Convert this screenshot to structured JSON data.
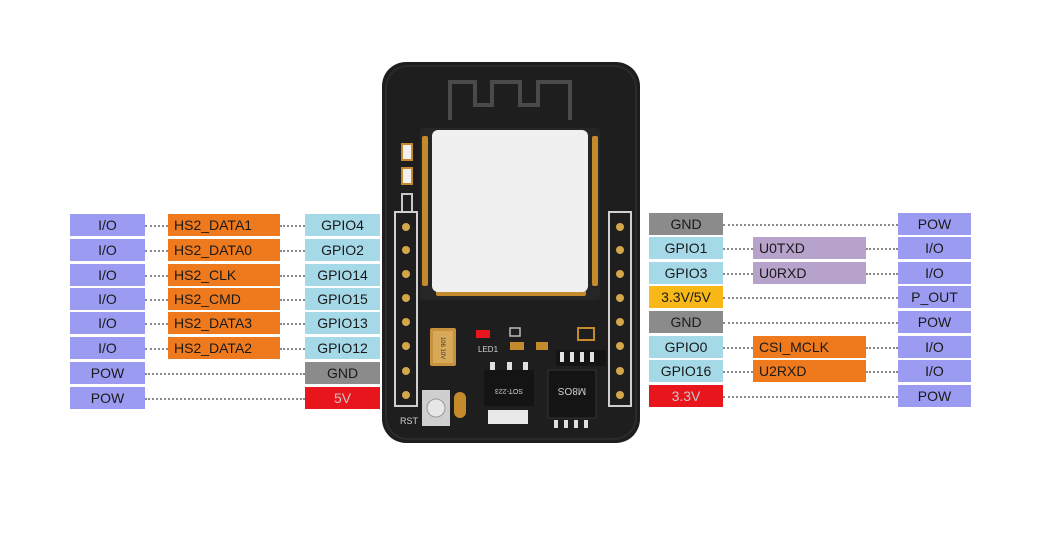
{
  "left": {
    "types": [
      "I/O",
      "I/O",
      "I/O",
      "I/O",
      "I/O",
      "I/O",
      "POW",
      "POW"
    ],
    "functions": [
      "HS2_DATA1",
      "HS2_DATA0",
      "HS2_CLK",
      "HS2_CMD",
      "HS2_DATA3",
      "HS2_DATA2"
    ],
    "pins": [
      "GPIO4",
      "GPIO2",
      "GPIO14",
      "GPIO15",
      "GPIO13",
      "GPIO12",
      "GND",
      "5V"
    ]
  },
  "right": {
    "pins": [
      "GND",
      "GPIO1",
      "GPIO3",
      "3.3V/5V",
      "GND",
      "GPIO0",
      "GPIO16",
      "3.3V"
    ],
    "functions": [
      "",
      "U0TXD",
      "U0RXD",
      "",
      "",
      "CSI_MCLK",
      "U2RXD",
      ""
    ],
    "types": [
      "POW",
      "I/O",
      "I/O",
      "P_OUT",
      "POW",
      "I/O",
      "I/O",
      "POW"
    ]
  },
  "board": {
    "reset_label": "RST",
    "led_label": "LED1",
    "regulator_label": "SOT-223",
    "psram_label": "M8OS",
    "cap_label": "106 10V"
  },
  "colors": {
    "io_type": "#9b9bf2",
    "hs2": "#ef7a1e",
    "gpio": "#a6d9e8",
    "uart": "#b7a2cb",
    "gnd": "#8b8b8b",
    "v5": "#e8151d",
    "v33": "#e8151d",
    "v33_5": "#f7b818",
    "board": "#1e1e1e"
  }
}
